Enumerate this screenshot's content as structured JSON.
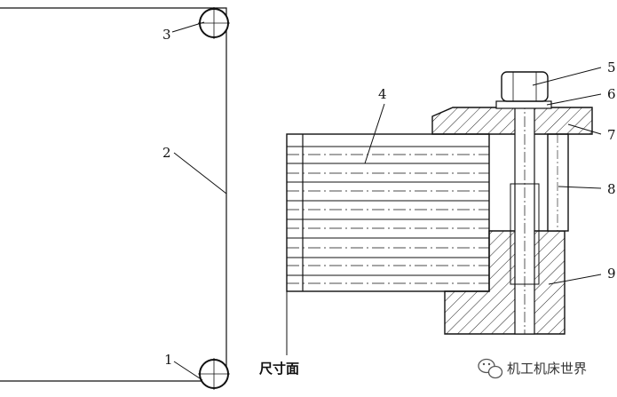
{
  "labels": {
    "n1": "1",
    "n2": "2",
    "n3": "3",
    "n4": "4",
    "n5": "5",
    "n6": "6",
    "n7": "7",
    "n8": "8",
    "n9": "9"
  },
  "dimension_face_label": "尺寸面",
  "watermark": {
    "text": "机工机床世界",
    "icon": "wechat-icon"
  }
}
